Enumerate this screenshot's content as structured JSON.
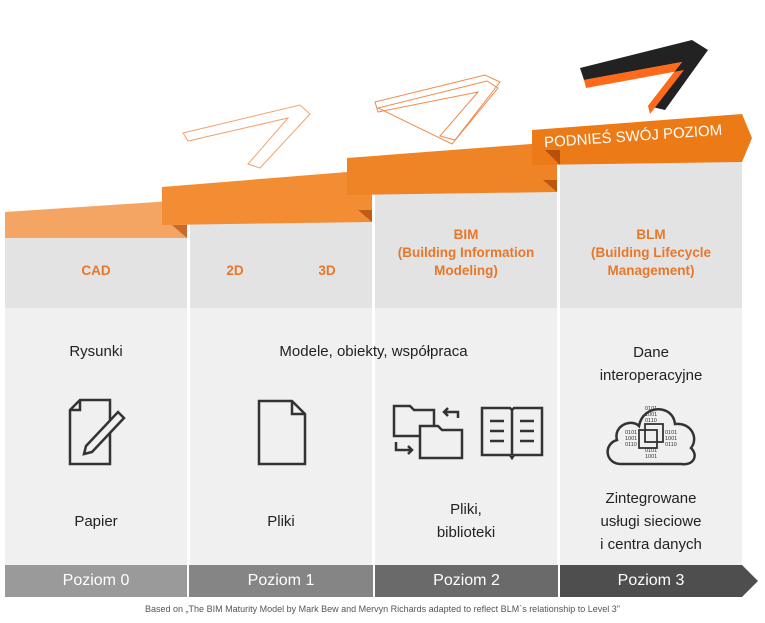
{
  "banner": "PODNIEŚ SWÓJ POZIOM",
  "columns": [
    {
      "heading": "CAD",
      "top_text": "Rysunki",
      "bottom_text": "Papier",
      "level": "Poziom 0"
    },
    {
      "heading_a": "2D",
      "heading_b": "3D",
      "bottom_text": "Pliki",
      "level": "Poziom 1"
    },
    {
      "heading": "BIM\n(Building Information\nModeling)",
      "bottom_text": "Pliki,\nbiblioteki",
      "level": "Poziom 2"
    },
    {
      "heading": "BLM\n(Building Lifecycle\nManagement)",
      "top_text": "Dane\ninteroperacyjne",
      "bottom_text": "Zintegrowane\nusługi sieciowe\ni centra danych",
      "level": "Poziom 3"
    }
  ],
  "shared_text": "Modele, obiekty, współpraca",
  "footnote": "Based on „The BIM Maturity Model by Mark Bew and Mervyn Richards adapted to reflect BLM`s relationship to Level 3\"",
  "colors": {
    "orange": "#e8772a",
    "level0": "#9a9a9a",
    "level1": "#858585",
    "level2": "#6b6a6a",
    "level3": "#4f4e4e"
  }
}
